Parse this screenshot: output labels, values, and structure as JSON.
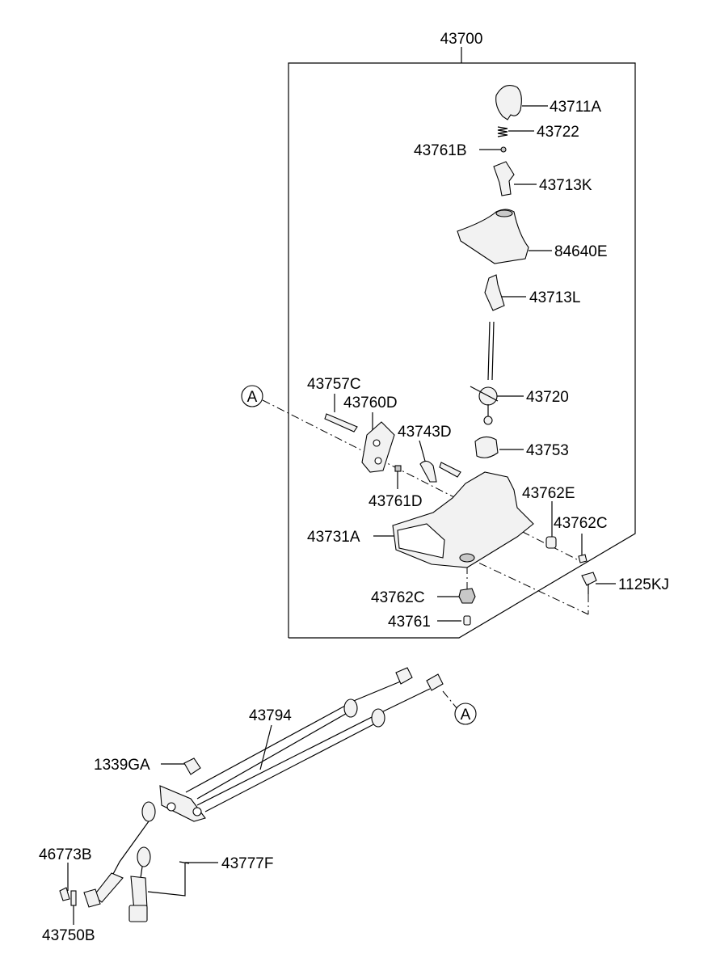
{
  "callout": "A",
  "labels": {
    "assembly": "43700",
    "knob": "43711A",
    "spring": "43722",
    "ball": "43761B",
    "knob_adapter": "43713K",
    "boot": "84640E",
    "lever_adapter": "43713L",
    "lever": "43720",
    "pin_c": "43757C",
    "bracket": "43760D",
    "clip": "43743D",
    "bushing": "43753",
    "pin_d": "43761D",
    "collar": "43762E",
    "bushing_c_right": "43762C",
    "housing": "43731A",
    "bolt": "1125KJ",
    "bushing_c_bottom": "43762C",
    "pin": "43761",
    "cable": "43794",
    "nut": "1339GA",
    "clip_b": "46773B",
    "clip_f": "43777F",
    "pin_b": "43750B"
  }
}
